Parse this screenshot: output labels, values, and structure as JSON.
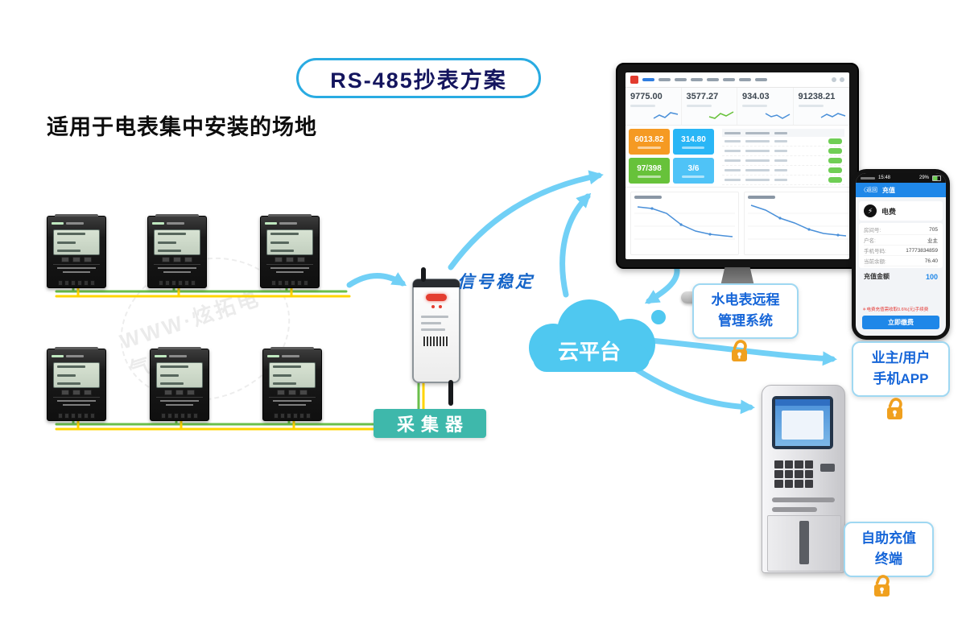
{
  "page": {
    "title_badge": "RS-485抄表方案",
    "subtitle": "适用于电表集中安装的场地",
    "signal_text": "信号稳定",
    "watermark": "WWW·炫拓电气"
  },
  "collector_tag": "采集器",
  "cloud_label": "云平台",
  "monitor": {
    "stats": [
      "9775.00",
      "3577.27",
      "934.03",
      "91238.21"
    ],
    "cards": [
      {
        "value": "6013.82"
      },
      {
        "value": "314.80"
      },
      {
        "value": "97/398"
      },
      {
        "value": "3/6"
      }
    ]
  },
  "phone": {
    "time": "15:48",
    "battery": "29%",
    "back": "〈返回",
    "title": "充值",
    "icon_glyph": "⚡",
    "item": "电费",
    "fields": [
      {
        "label": "房间号:",
        "value": "705"
      },
      {
        "label": "户名:",
        "value": "业主"
      },
      {
        "label": "手机号码:",
        "value": "17773834859"
      },
      {
        "label": "当前余额:",
        "value": "76.40"
      }
    ],
    "amount_label": "充值金额",
    "amount_value": "100",
    "note": "＊电费充值需收取0.6%(元)手续费",
    "button": "立即缴费"
  },
  "tags": {
    "system": [
      "水电表远程",
      "管理系统"
    ],
    "app": [
      "业主/用户",
      "手机APP"
    ],
    "kiosk": [
      "自助充值",
      "终端"
    ]
  },
  "colors": {
    "arrow": "#66cdf6",
    "cloud": "#4fc8f0",
    "collector_tag_bg": "#3eb8ab",
    "label_text": "#1565d8",
    "padlock": "#f0a01e",
    "wire_green": "#6abf4b",
    "wire_yellow": "#ffd400",
    "card_orange": "#f59a23",
    "card_blue": "#29b6f6",
    "card_green": "#67c23a",
    "card_teal": "#4fc3f7"
  }
}
